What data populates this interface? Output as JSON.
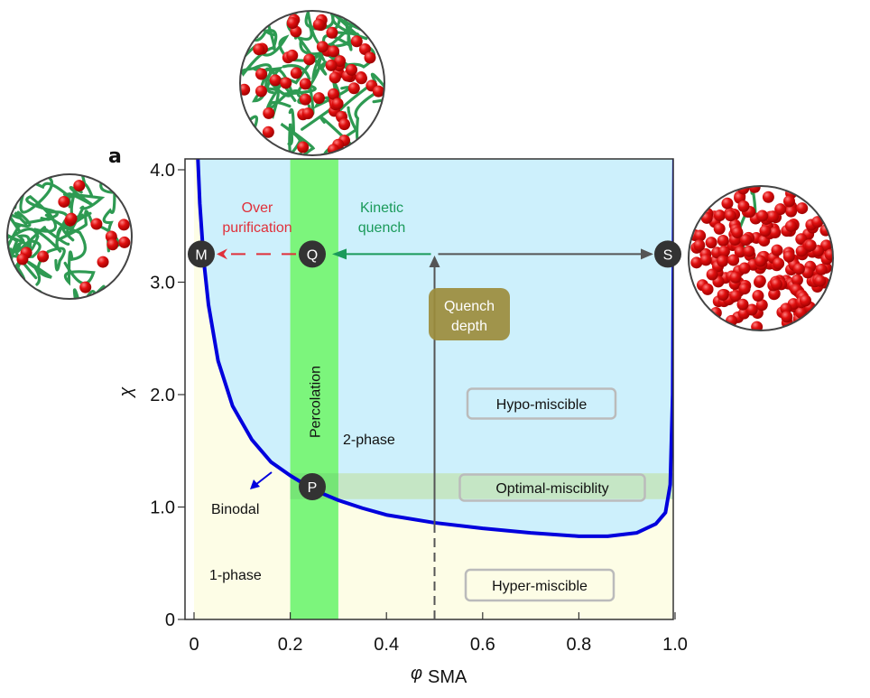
{
  "panel_label": "a",
  "chart_data": {
    "type": "line",
    "title": "",
    "xlabel": "φ",
    "xlabel_subscript": "SMA",
    "ylabel": "χ",
    "xlim": [
      0,
      1.0
    ],
    "ylim": [
      0,
      4.1
    ],
    "xticks": [
      {
        "value": 0,
        "label": "0"
      },
      {
        "value": 0.2,
        "label": "0.2"
      },
      {
        "value": 0.4,
        "label": "0.4"
      },
      {
        "value": 0.6,
        "label": "0.6"
      },
      {
        "value": 0.8,
        "label": "0.8"
      },
      {
        "value": 1.0,
        "label": "1.0"
      }
    ],
    "yticks": [
      {
        "value": 0,
        "label": "0"
      },
      {
        "value": 1.0,
        "label": "1.0"
      },
      {
        "value": 2.0,
        "label": "2.0"
      },
      {
        "value": 3.0,
        "label": "3.0"
      },
      {
        "value": 4.0,
        "label": "4.0"
      }
    ],
    "grid": false,
    "series": [
      {
        "name": "Binodal",
        "color": "#0000dd",
        "x": [
          0.008,
          0.012,
          0.02,
          0.03,
          0.05,
          0.08,
          0.12,
          0.16,
          0.2,
          0.25,
          0.3,
          0.35,
          0.4,
          0.5,
          0.6,
          0.7,
          0.8,
          0.86,
          0.92,
          0.96,
          0.98,
          0.99,
          0.995,
          0.998
        ],
        "y": [
          4.1,
          3.7,
          3.2,
          2.8,
          2.3,
          1.9,
          1.6,
          1.4,
          1.28,
          1.15,
          1.06,
          0.99,
          0.93,
          0.86,
          0.81,
          0.77,
          0.74,
          0.74,
          0.77,
          0.85,
          0.95,
          1.2,
          2.0,
          4.1
        ]
      }
    ],
    "regions": [
      {
        "name": "2-phase",
        "label": "2-phase",
        "color": "#cdf0fc",
        "x": 0.25,
        "y": 1.6
      },
      {
        "name": "1-phase",
        "label": "1-phase",
        "color": "#fdfde6",
        "x": 0.1,
        "y": 0.4
      },
      {
        "name": "percolation",
        "label": "Percolation",
        "color": "#7cf57c",
        "x_range": [
          0.2,
          0.3
        ]
      },
      {
        "name": "optimal-band",
        "color": "#c5e6c5",
        "y_range": [
          1.07,
          1.3
        ],
        "x_range": [
          0.3,
          1.0
        ]
      }
    ],
    "points": [
      {
        "id": "M",
        "label": "M",
        "x": 0.02,
        "y": 3.25
      },
      {
        "id": "Q",
        "label": "Q",
        "x": 0.25,
        "y": 3.25
      },
      {
        "id": "S",
        "label": "S",
        "x": 0.99,
        "y": 3.25
      },
      {
        "id": "P",
        "label": "P",
        "x": 0.25,
        "y": 1.17
      }
    ],
    "annotations": [
      {
        "id": "over-purification",
        "lines": [
          "Over",
          "purification"
        ],
        "color": "#e0303a"
      },
      {
        "id": "kinetic-quench",
        "lines": [
          "Kinetic",
          "quench"
        ],
        "color": "#1a9a5a"
      },
      {
        "id": "quench-depth",
        "lines": [
          "Quench",
          "depth"
        ],
        "color": "#ffffff",
        "box_color": "#9c8c3c"
      },
      {
        "id": "binodal",
        "lines": [
          "Binodal"
        ],
        "color": "#111111"
      }
    ],
    "category_boxes": [
      {
        "id": "hypo-miscible",
        "label": "Hypo-miscible",
        "x": 0.64,
        "y": 1.93
      },
      {
        "id": "optimal-miscibility",
        "label": "Optimal-misciblity",
        "x": 0.66,
        "y": 1.18
      },
      {
        "id": "hyper-miscible",
        "label": "Hyper-miscible",
        "x": 0.64,
        "y": 0.31
      }
    ],
    "quench_path": {
      "x": 0.5,
      "y_start": 0,
      "y_end": 3.25
    }
  },
  "insets": [
    {
      "id": "inset-M",
      "description": "polymer chains with few particles"
    },
    {
      "id": "inset-Q",
      "description": "polymer chains with percolated particles"
    },
    {
      "id": "inset-S",
      "description": "densely packed particles"
    }
  ]
}
